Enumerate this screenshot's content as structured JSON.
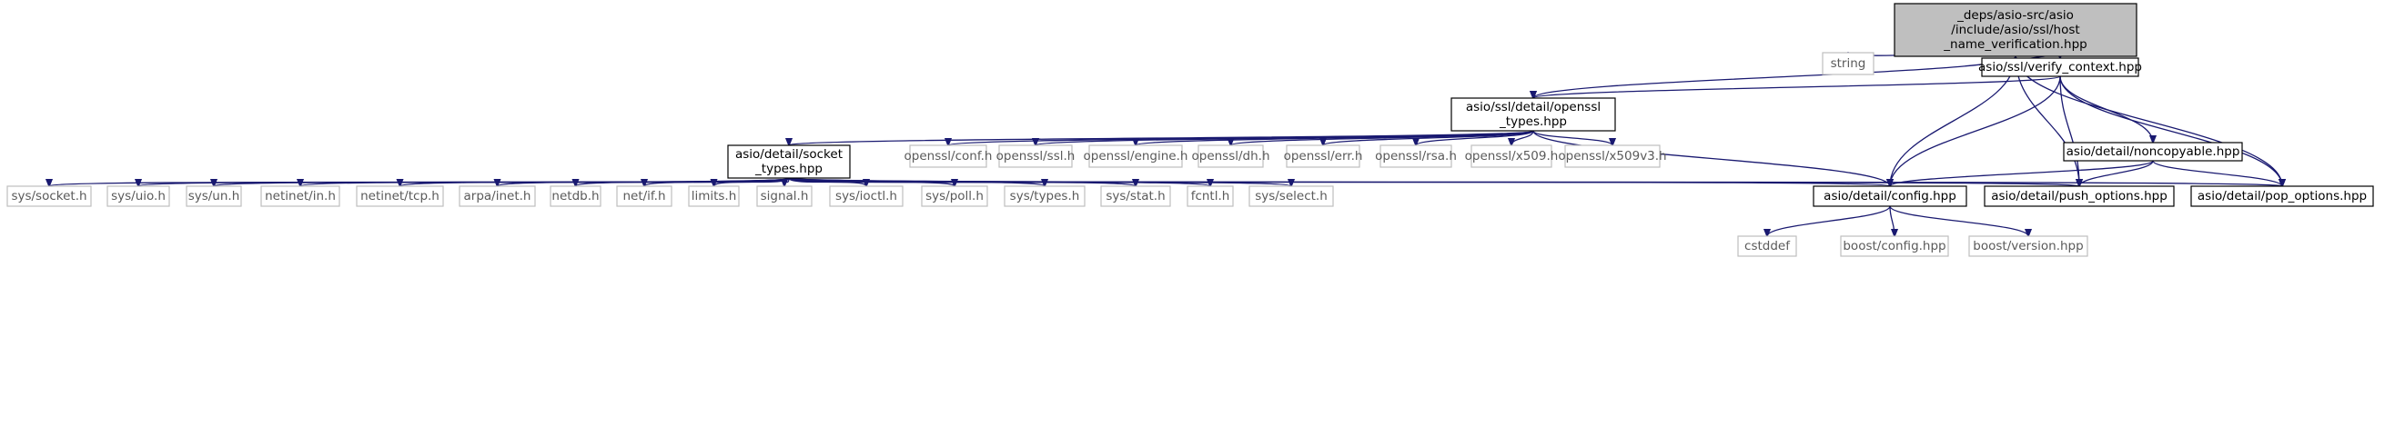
{
  "colors": {
    "edge": "#191970",
    "main_fill": "#bfbfbf",
    "external_border": "#bfbfbf",
    "external_text": "#5a5a5a"
  },
  "nodes": [
    {
      "id": "root",
      "kind": "main",
      "lines": [
        "_deps/asio-src/asio",
        "/include/asio/ssl/host",
        "_name_verification.hpp"
      ]
    },
    {
      "id": "string",
      "kind": "external",
      "lines": [
        "string"
      ]
    },
    {
      "id": "verify_context",
      "kind": "internal",
      "lines": [
        "asio/ssl/verify_context.hpp"
      ]
    },
    {
      "id": "openssl_types",
      "kind": "internal",
      "lines": [
        "asio/ssl/detail/openssl",
        "_types.hpp"
      ]
    },
    {
      "id": "socket_types",
      "kind": "internal",
      "lines": [
        "asio/detail/socket",
        "_types.hpp"
      ]
    },
    {
      "id": "openssl_conf",
      "kind": "external",
      "lines": [
        "openssl/conf.h"
      ]
    },
    {
      "id": "openssl_ssl",
      "kind": "external",
      "lines": [
        "openssl/ssl.h"
      ]
    },
    {
      "id": "openssl_engine",
      "kind": "external",
      "lines": [
        "openssl/engine.h"
      ]
    },
    {
      "id": "openssl_dh",
      "kind": "external",
      "lines": [
        "openssl/dh.h"
      ]
    },
    {
      "id": "openssl_err",
      "kind": "external",
      "lines": [
        "openssl/err.h"
      ]
    },
    {
      "id": "openssl_rsa",
      "kind": "external",
      "lines": [
        "openssl/rsa.h"
      ]
    },
    {
      "id": "openssl_x509",
      "kind": "external",
      "lines": [
        "openssl/x509.h"
      ]
    },
    {
      "id": "openssl_x509v3",
      "kind": "external",
      "lines": [
        "openssl/x509v3.h"
      ]
    },
    {
      "id": "noncopyable",
      "kind": "internal",
      "lines": [
        "asio/detail/noncopyable.hpp"
      ]
    },
    {
      "id": "sys_socket",
      "kind": "external",
      "lines": [
        "sys/socket.h"
      ]
    },
    {
      "id": "sys_uio",
      "kind": "external",
      "lines": [
        "sys/uio.h"
      ]
    },
    {
      "id": "sys_un",
      "kind": "external",
      "lines": [
        "sys/un.h"
      ]
    },
    {
      "id": "netinet_in",
      "kind": "external",
      "lines": [
        "netinet/in.h"
      ]
    },
    {
      "id": "netinet_tcp",
      "kind": "external",
      "lines": [
        "netinet/tcp.h"
      ]
    },
    {
      "id": "arpa_inet",
      "kind": "external",
      "lines": [
        "arpa/inet.h"
      ]
    },
    {
      "id": "netdb",
      "kind": "external",
      "lines": [
        "netdb.h"
      ]
    },
    {
      "id": "net_if",
      "kind": "external",
      "lines": [
        "net/if.h"
      ]
    },
    {
      "id": "limits",
      "kind": "external",
      "lines": [
        "limits.h"
      ]
    },
    {
      "id": "signal",
      "kind": "external",
      "lines": [
        "signal.h"
      ]
    },
    {
      "id": "sys_ioctl",
      "kind": "external",
      "lines": [
        "sys/ioctl.h"
      ]
    },
    {
      "id": "sys_poll",
      "kind": "external",
      "lines": [
        "sys/poll.h"
      ]
    },
    {
      "id": "sys_types",
      "kind": "external",
      "lines": [
        "sys/types.h"
      ]
    },
    {
      "id": "sys_stat",
      "kind": "external",
      "lines": [
        "sys/stat.h"
      ]
    },
    {
      "id": "fcntl",
      "kind": "external",
      "lines": [
        "fcntl.h"
      ]
    },
    {
      "id": "sys_select",
      "kind": "external",
      "lines": [
        "sys/select.h"
      ]
    },
    {
      "id": "config",
      "kind": "internal",
      "lines": [
        "asio/detail/config.hpp"
      ]
    },
    {
      "id": "push_options",
      "kind": "internal",
      "lines": [
        "asio/detail/push_options.hpp"
      ]
    },
    {
      "id": "pop_options",
      "kind": "internal",
      "lines": [
        "asio/detail/pop_options.hpp"
      ]
    },
    {
      "id": "cstddef",
      "kind": "external",
      "lines": [
        "cstddef"
      ]
    },
    {
      "id": "boost_config",
      "kind": "external",
      "lines": [
        "boost/config.hpp"
      ]
    },
    {
      "id": "boost_version",
      "kind": "external",
      "lines": [
        "boost/version.hpp"
      ]
    }
  ],
  "edges": [
    [
      "root",
      "string"
    ],
    [
      "root",
      "verify_context"
    ],
    [
      "root",
      "openssl_types"
    ],
    [
      "root",
      "config"
    ],
    [
      "root",
      "push_options"
    ],
    [
      "root",
      "pop_options"
    ],
    [
      "verify_context",
      "openssl_types"
    ],
    [
      "verify_context",
      "noncopyable"
    ],
    [
      "verify_context",
      "config"
    ],
    [
      "verify_context",
      "push_options"
    ],
    [
      "verify_context",
      "pop_options"
    ],
    [
      "openssl_types",
      "socket_types"
    ],
    [
      "openssl_types",
      "openssl_conf"
    ],
    [
      "openssl_types",
      "openssl_ssl"
    ],
    [
      "openssl_types",
      "openssl_engine"
    ],
    [
      "openssl_types",
      "openssl_dh"
    ],
    [
      "openssl_types",
      "openssl_err"
    ],
    [
      "openssl_types",
      "openssl_rsa"
    ],
    [
      "openssl_types",
      "openssl_x509"
    ],
    [
      "openssl_types",
      "openssl_x509v3"
    ],
    [
      "openssl_types",
      "config"
    ],
    [
      "noncopyable",
      "config"
    ],
    [
      "noncopyable",
      "push_options"
    ],
    [
      "noncopyable",
      "pop_options"
    ],
    [
      "socket_types",
      "sys_socket"
    ],
    [
      "socket_types",
      "sys_uio"
    ],
    [
      "socket_types",
      "sys_un"
    ],
    [
      "socket_types",
      "netinet_in"
    ],
    [
      "socket_types",
      "netinet_tcp"
    ],
    [
      "socket_types",
      "arpa_inet"
    ],
    [
      "socket_types",
      "netdb"
    ],
    [
      "socket_types",
      "net_if"
    ],
    [
      "socket_types",
      "limits"
    ],
    [
      "socket_types",
      "signal"
    ],
    [
      "socket_types",
      "sys_ioctl"
    ],
    [
      "socket_types",
      "sys_poll"
    ],
    [
      "socket_types",
      "sys_types"
    ],
    [
      "socket_types",
      "sys_stat"
    ],
    [
      "socket_types",
      "fcntl"
    ],
    [
      "socket_types",
      "sys_select"
    ],
    [
      "socket_types",
      "config"
    ],
    [
      "socket_types",
      "push_options"
    ],
    [
      "socket_types",
      "pop_options"
    ],
    [
      "config",
      "cstddef"
    ],
    [
      "config",
      "boost_config"
    ],
    [
      "config",
      "boost_version"
    ]
  ]
}
